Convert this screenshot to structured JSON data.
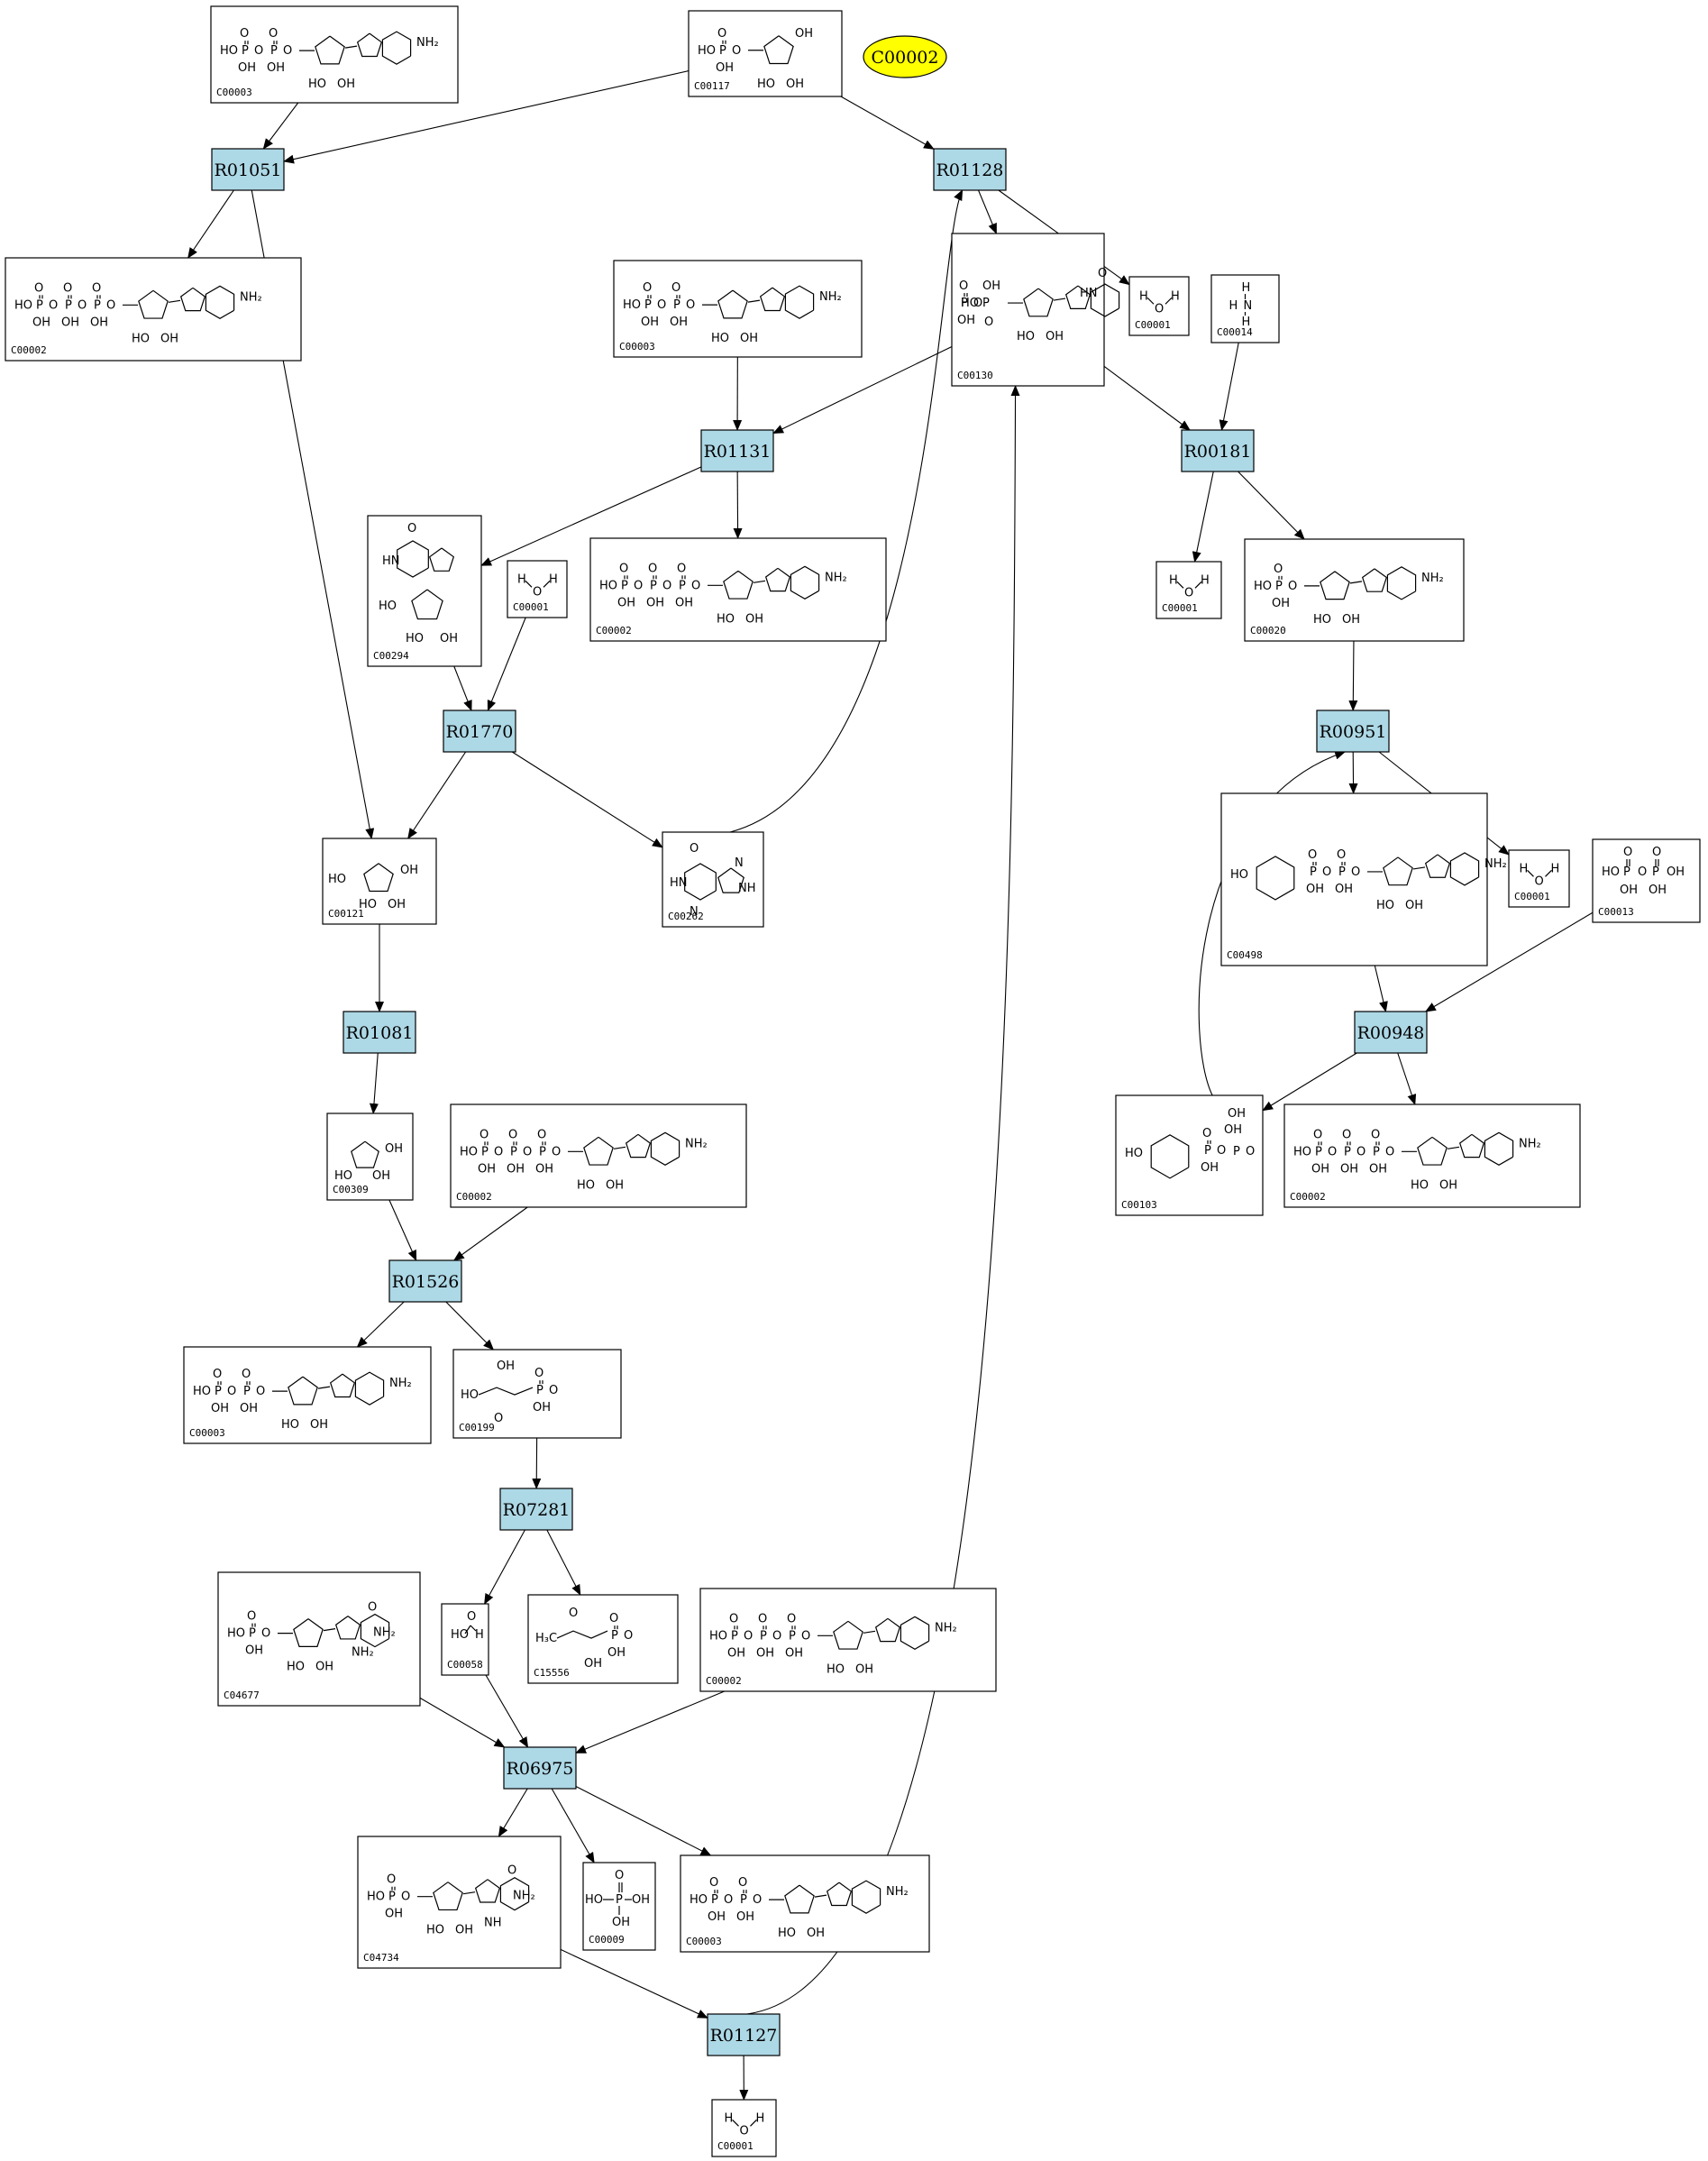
{
  "query": {
    "label": "C00002",
    "color": "#ffff00"
  },
  "reaction_color": "#add8e6",
  "reactions": [
    {
      "id": "r01051",
      "label": "R01051"
    },
    {
      "id": "r01128",
      "label": "R01128"
    },
    {
      "id": "r01131",
      "label": "R01131"
    },
    {
      "id": "r00181",
      "label": "R00181"
    },
    {
      "id": "r01770",
      "label": "R01770"
    },
    {
      "id": "r00951",
      "label": "R00951"
    },
    {
      "id": "r01081",
      "label": "R01081"
    },
    {
      "id": "r00948",
      "label": "R00948"
    },
    {
      "id": "r01526",
      "label": "R01526"
    },
    {
      "id": "r07281",
      "label": "R07281"
    },
    {
      "id": "r06975",
      "label": "R06975"
    },
    {
      "id": "r01127",
      "label": "R01127"
    }
  ],
  "compounds": [
    {
      "id": "c00003_a",
      "label": "C00003",
      "kind": "nad"
    },
    {
      "id": "c00117",
      "label": "C00117",
      "kind": "ribose5p"
    },
    {
      "id": "c00002_a",
      "label": "C00002",
      "kind": "atp"
    },
    {
      "id": "c00003_b",
      "label": "C00003",
      "kind": "nad"
    },
    {
      "id": "c00130",
      "label": "C00130",
      "kind": "imp"
    },
    {
      "id": "c00001_a",
      "label": "C00001",
      "kind": "water"
    },
    {
      "id": "c00014",
      "label": "C00014",
      "kind": "ammonia"
    },
    {
      "id": "c00294",
      "label": "C00294",
      "kind": "inosine"
    },
    {
      "id": "c00001_b",
      "label": "C00001",
      "kind": "water"
    },
    {
      "id": "c00002_b",
      "label": "C00002",
      "kind": "atp"
    },
    {
      "id": "c00001_c",
      "label": "C00001",
      "kind": "water"
    },
    {
      "id": "c00020",
      "label": "C00020",
      "kind": "amp"
    },
    {
      "id": "c00121",
      "label": "C00121",
      "kind": "ribose"
    },
    {
      "id": "c00262",
      "label": "C00262",
      "kind": "hypoxanthine"
    },
    {
      "id": "c00498",
      "label": "C00498",
      "kind": "adpglucose"
    },
    {
      "id": "c00001_d",
      "label": "C00001",
      "kind": "water"
    },
    {
      "id": "c00013",
      "label": "C00013",
      "kind": "ppi"
    },
    {
      "id": "c00309",
      "label": "C00309",
      "kind": "ribulose"
    },
    {
      "id": "c00002_c",
      "label": "C00002",
      "kind": "atp"
    },
    {
      "id": "c00103",
      "label": "C00103",
      "kind": "glucose1p"
    },
    {
      "id": "c00002_d",
      "label": "C00002",
      "kind": "atp"
    },
    {
      "id": "c00003_c",
      "label": "C00003",
      "kind": "nad"
    },
    {
      "id": "c00199",
      "label": "C00199",
      "kind": "ribulose5p"
    },
    {
      "id": "c04677",
      "label": "C04677",
      "kind": "aicar"
    },
    {
      "id": "c00058",
      "label": "C00058",
      "kind": "formate"
    },
    {
      "id": "c15556",
      "label": "C15556",
      "kind": "dhbp"
    },
    {
      "id": "c00002_e",
      "label": "C00002",
      "kind": "atp"
    },
    {
      "id": "c04734",
      "label": "C04734",
      "kind": "faicar"
    },
    {
      "id": "c00009",
      "label": "C00009",
      "kind": "phosphate"
    },
    {
      "id": "c00003_d",
      "label": "C00003",
      "kind": "nad"
    },
    {
      "id": "c00001_e",
      "label": "C00001",
      "kind": "water"
    }
  ],
  "edges": [
    [
      "c00003_a",
      "r01051"
    ],
    [
      "c00117",
      "r01051"
    ],
    [
      "c00117",
      "r01128"
    ],
    [
      "r01051",
      "c00002_a"
    ],
    [
      "r01051",
      "c00121"
    ],
    [
      "r01128",
      "c00130"
    ],
    [
      "r01128",
      "c00001_a"
    ],
    [
      "c00003_b",
      "r01131"
    ],
    [
      "c00130",
      "r01131"
    ],
    [
      "c00130",
      "r00181"
    ],
    [
      "c00014",
      "r00181"
    ],
    [
      "r01131",
      "c00294"
    ],
    [
      "r01131",
      "c00002_b"
    ],
    [
      "r00181",
      "c00001_c"
    ],
    [
      "r00181",
      "c00020"
    ],
    [
      "c00294",
      "r01770"
    ],
    [
      "c00001_b",
      "r01770"
    ],
    [
      "r01770",
      "c00121"
    ],
    [
      "r01770",
      "c00262"
    ],
    [
      "c00262",
      "r01128"
    ],
    [
      "c00020",
      "r00951"
    ],
    [
      "c00103",
      "r00951"
    ],
    [
      "r00951",
      "c00498"
    ],
    [
      "r00951",
      "c00001_d"
    ],
    [
      "c00498",
      "r00948"
    ],
    [
      "c00013",
      "r00948"
    ],
    [
      "r00948",
      "c00103"
    ],
    [
      "r00948",
      "c00002_d"
    ],
    [
      "c00121",
      "r01081"
    ],
    [
      "r01081",
      "c00309"
    ],
    [
      "c00309",
      "r01526"
    ],
    [
      "c00002_c",
      "r01526"
    ],
    [
      "r01526",
      "c00003_c"
    ],
    [
      "r01526",
      "c00199"
    ],
    [
      "c00199",
      "r07281"
    ],
    [
      "r07281",
      "c00058"
    ],
    [
      "r07281",
      "c15556"
    ],
    [
      "c04677",
      "r06975"
    ],
    [
      "c00058",
      "r06975"
    ],
    [
      "c00002_e",
      "r06975"
    ],
    [
      "r06975",
      "c04734"
    ],
    [
      "r06975",
      "c00009"
    ],
    [
      "r06975",
      "c00003_d"
    ],
    [
      "c04734",
      "r01127"
    ],
    [
      "r01127",
      "c00001_e"
    ],
    [
      "r01127",
      "c00130"
    ]
  ]
}
